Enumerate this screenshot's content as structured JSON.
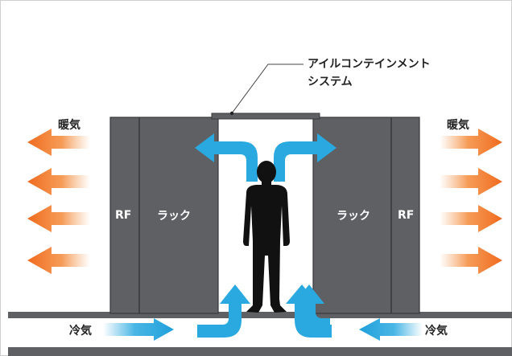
{
  "callout": {
    "line1": "アイルコンテインメント",
    "line2": "システム"
  },
  "labels": {
    "warm_air_left": "暖気",
    "warm_air_right": "暖気",
    "cool_air_left": "冷気",
    "cool_air_right": "冷気",
    "rf_left": "RF",
    "rf_right": "RF",
    "rack_left": "ラック",
    "rack_right": "ラック"
  },
  "colors": {
    "rack": "#5f6063",
    "rack_edge": "#3a3a3c",
    "floor": "#5f6063",
    "cool_air": "#29a9e0",
    "warm_air": "#f06a1e",
    "person": "#111111",
    "text_dark": "#222222",
    "text_light": "#ffffff"
  }
}
